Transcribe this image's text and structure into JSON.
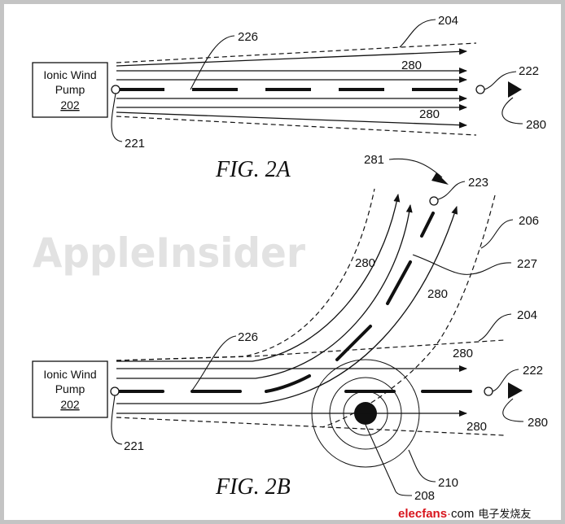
{
  "watermark": "AppleInsider",
  "fig_2a": {
    "title": "FIG. 2A",
    "pump_label_line1": "Ionic Wind",
    "pump_label_line2": "Pump",
    "pump_ref": "202",
    "refs": {
      "r204": "204",
      "r226": "226",
      "r280a": "280",
      "r280b": "280",
      "r222": "222",
      "r280c": "280",
      "r221": "221"
    }
  },
  "fig_2b": {
    "title": "FIG. 2B",
    "pump_label_line1": "Ionic Wind",
    "pump_label_line2": "Pump",
    "pump_ref": "202",
    "refs": {
      "r281": "281",
      "r223": "223",
      "r206": "206",
      "r227": "227",
      "r280a": "280",
      "r280b": "280",
      "r204": "204",
      "r280c": "280",
      "r226": "226",
      "r222": "222",
      "r280d": "280",
      "r280e": "280",
      "r221": "221",
      "r210": "210",
      "r208": "208"
    }
  },
  "logo": {
    "brand": "elecfans",
    "suffix": "com",
    "chinese": "电子发烧友"
  },
  "colors": {
    "logo_red": "#d8141c",
    "border": "#c4c4c4"
  }
}
